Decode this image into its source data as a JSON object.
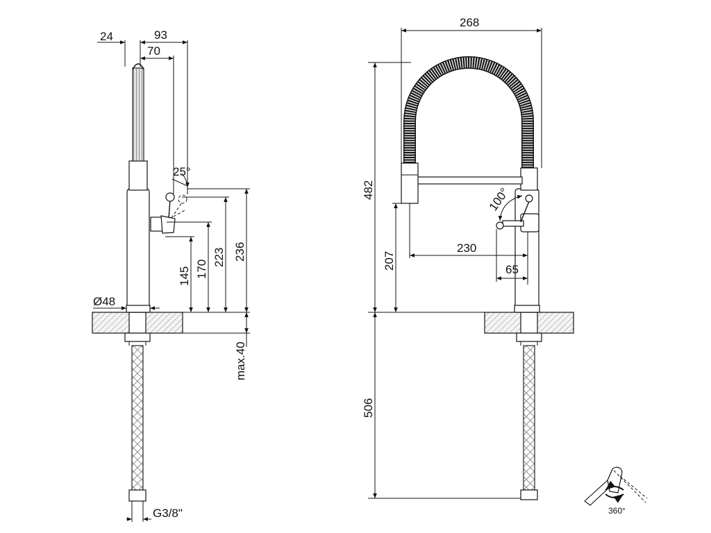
{
  "side_view": {
    "dim_24": "24",
    "dim_93": "93",
    "dim_70": "70",
    "dim_25deg": "25°",
    "dim_145": "145",
    "dim_170": "170",
    "dim_223": "223",
    "dim_236": "236",
    "dim_d48": "Ø48",
    "dim_max40": "max.40",
    "dim_g38": "G3/8\""
  },
  "front_view": {
    "dim_268": "268",
    "dim_482": "482",
    "dim_100deg": "100°",
    "dim_230": "230",
    "dim_207": "207",
    "dim_65": "65",
    "dim_506": "506"
  },
  "rotation_icon": {
    "label": "360°"
  }
}
